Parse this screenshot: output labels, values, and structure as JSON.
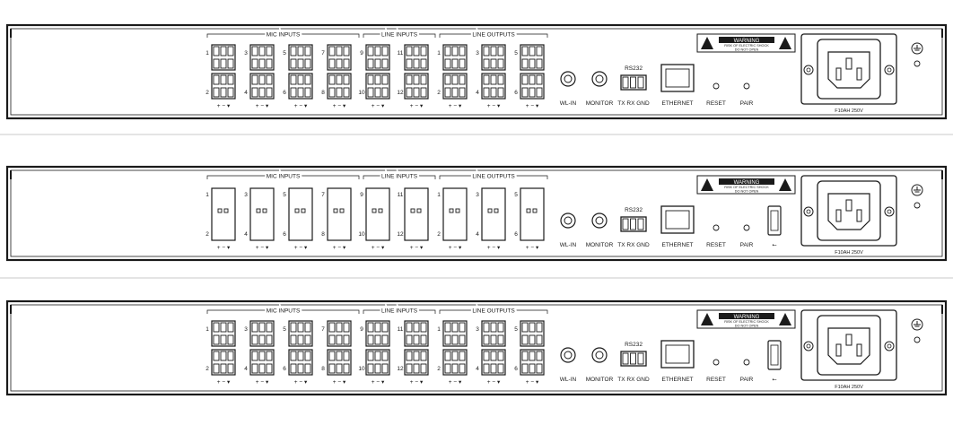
{
  "panels": [
    {
      "variant": "v1",
      "has_usb": false
    },
    {
      "variant": "v2",
      "has_usb": true
    },
    {
      "variant": "v3",
      "has_usb": true
    }
  ],
  "labels": {
    "mic_inputs": "MIC INPUTS",
    "line_inputs": "LINE INPUTS",
    "line_outputs": "LINE OUTPUTS",
    "polarity": "+ − ▾",
    "wl_in": "WL-IN",
    "monitor": "MONITOR",
    "rs232": "RS232",
    "rs232_pins": "TX RX GND",
    "ethernet": "ETHERNET",
    "reset": "RESET",
    "pair": "PAIR",
    "warning": "WARNING",
    "warning_sub1": "RISK OF ELECTRIC SHOCK",
    "warning_sub2": "DO NOT OPEN",
    "fuse": "F10AH 250V"
  },
  "channels": {
    "mic": [
      [
        "1",
        "2"
      ],
      [
        "3",
        "4"
      ],
      [
        "5",
        "6"
      ],
      [
        "7",
        "8"
      ]
    ],
    "line_in": [
      [
        "9",
        "10"
      ],
      [
        "11",
        "12"
      ]
    ],
    "line_out": [
      [
        "1",
        "2"
      ],
      [
        "3",
        "4"
      ],
      [
        "5",
        "6"
      ]
    ]
  },
  "colors": {
    "line": "#1a1a1a",
    "panel_bg": "#ffffff",
    "separator": "#c8c8c8"
  }
}
